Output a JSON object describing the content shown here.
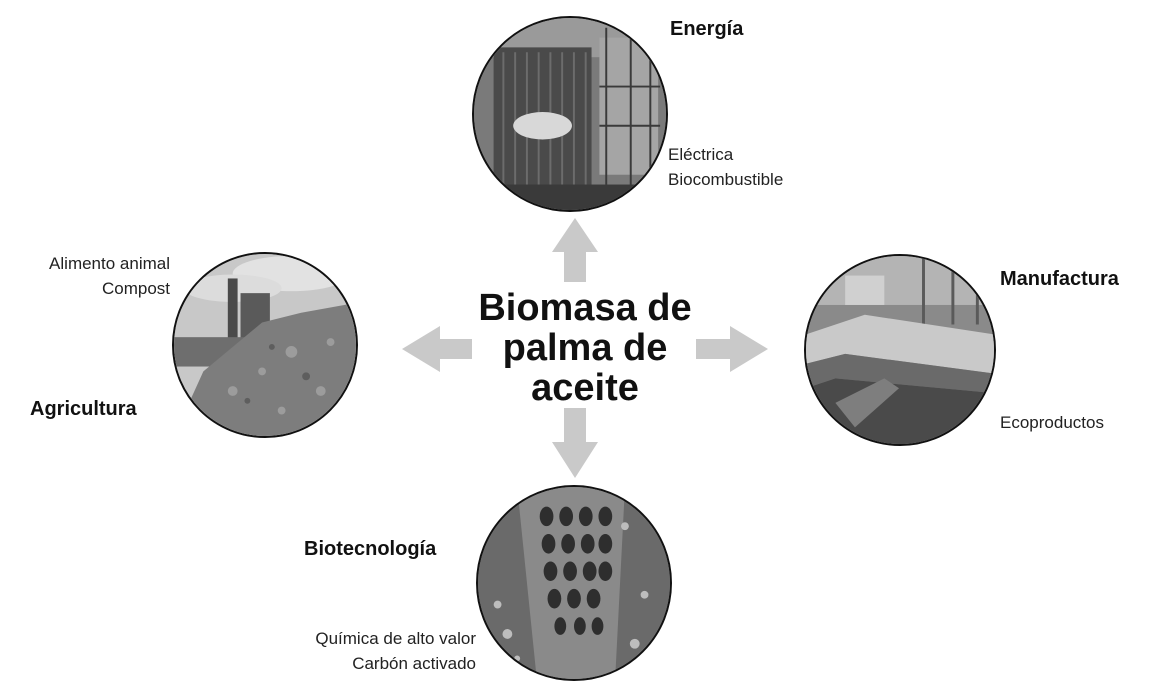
{
  "center": {
    "lines": [
      "Biomasa de",
      "palma de",
      "aceite"
    ]
  },
  "nodes": {
    "energia": {
      "title": "Energía",
      "items": [
        "Eléctrica",
        "Biocombustible"
      ],
      "photo": "boiler-furnace-photo"
    },
    "manufactura": {
      "title": "Manufactura",
      "items": [
        "Ecoproductos"
      ],
      "photo": "board-production-line-photo"
    },
    "biotecnologia": {
      "title": "Biotecnología",
      "items": [
        "Química de alto valor",
        "Carbón activado"
      ],
      "photo": "porous-fiber-micrograph-photo"
    },
    "agricultura": {
      "title": "Agricultura",
      "items": [
        "Alimento animal",
        "Compost"
      ],
      "photo": "biomass-pile-factory-photo"
    }
  },
  "colors": {
    "arrow": "#c9c9c9",
    "text": "#111111",
    "photo_border": "#111111"
  }
}
